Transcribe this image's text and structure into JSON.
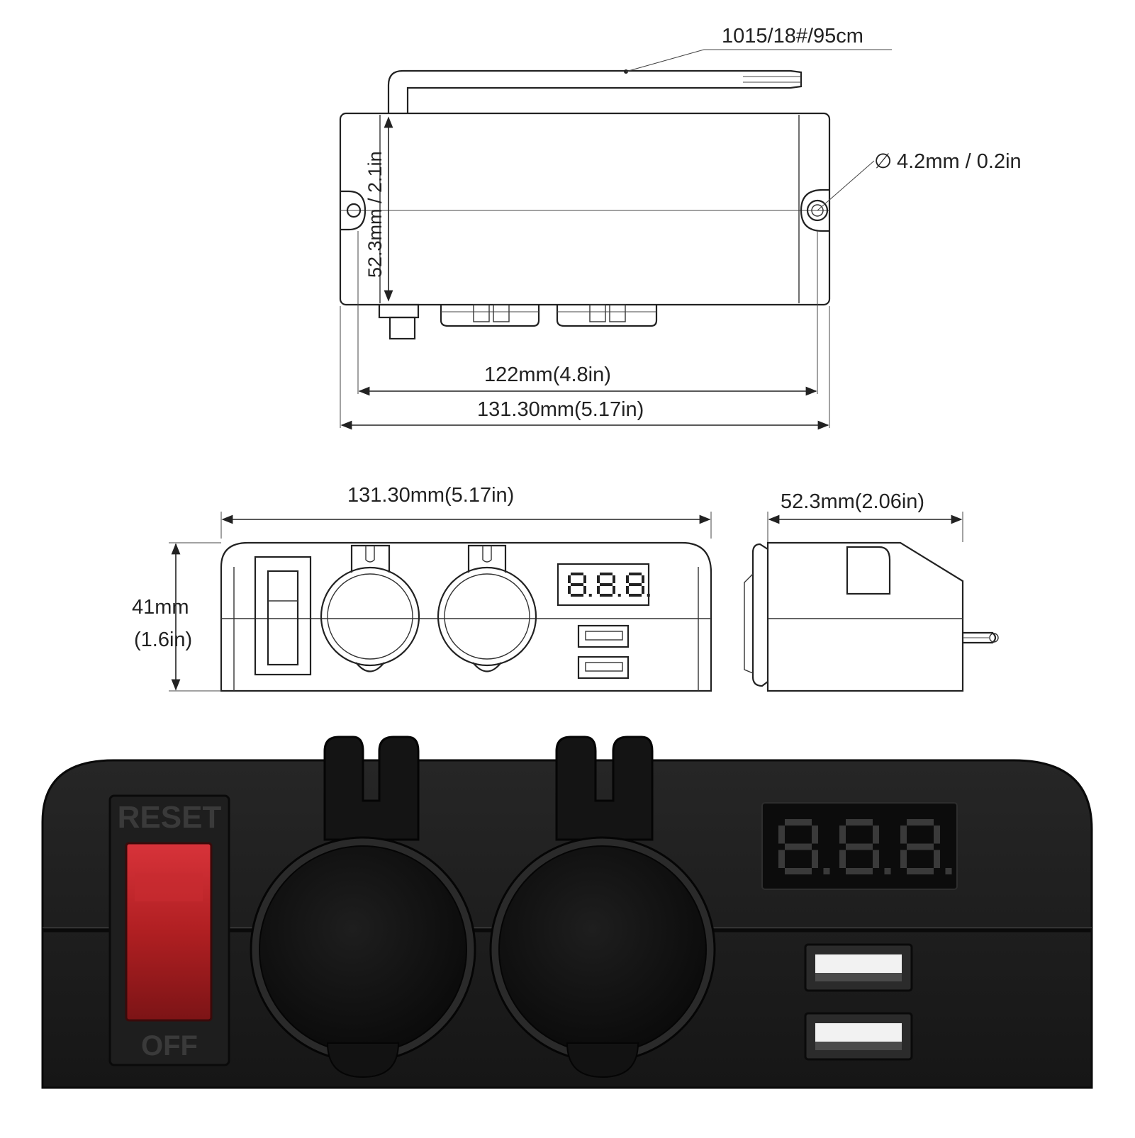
{
  "top_view": {
    "wire_spec": "1015/18#/95cm",
    "hole_diameter": "4.2mm / 0.2in",
    "hole_symbol": "∅",
    "height_dim": "52.3mm / 2.1in",
    "inner_width": "122mm(4.8in)",
    "outer_width": "131.30mm(5.17in)"
  },
  "front_view": {
    "width": "131.30mm(5.17in)",
    "height_line1": "41mm",
    "height_line2": "(1.6in)"
  },
  "side_view": {
    "depth": "52.3mm(2.06in)"
  },
  "photo": {
    "switch_top_label": "RESET",
    "switch_bottom_label": "OFF",
    "display_value": "8.8.8.",
    "colors": {
      "body": "#1c1c1c",
      "switch_red": "#b01f22",
      "display_bg": "#0c0c0c",
      "display_segment": "#3a3a3a",
      "usb_white": "#f2f2f2"
    }
  }
}
